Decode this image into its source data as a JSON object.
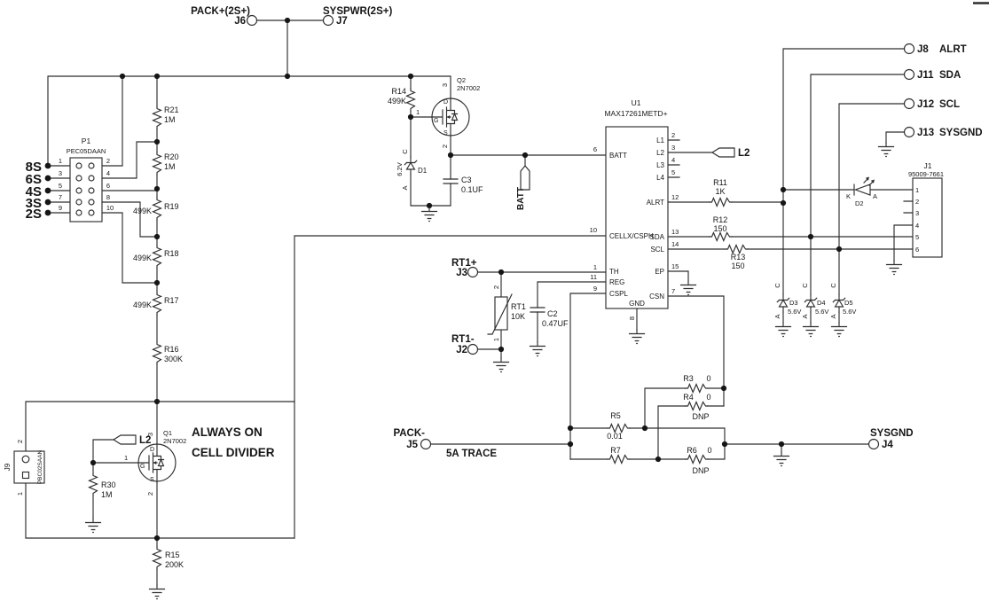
{
  "colors": {
    "line": "#2e2e2e",
    "text": "#161616",
    "background": "#ffffff"
  },
  "note": {
    "l1": "ALWAYS ON",
    "l2": "CELL DIVIDER"
  },
  "terminals": {
    "j6": {
      "ref": "J6",
      "net": "PACK+(2S+)"
    },
    "j7": {
      "ref": "J7",
      "net": "SYSPWR(2S+)"
    },
    "j8": {
      "ref": "J8",
      "net": "ALRT"
    },
    "j11": {
      "ref": "J11",
      "net": "SDA"
    },
    "j12": {
      "ref": "J12",
      "net": "SCL"
    },
    "j13": {
      "ref": "J13",
      "net": "SYSGND"
    },
    "j3": {
      "ref": "J3",
      "net": "RT1+"
    },
    "j2": {
      "ref": "J2",
      "net": "RT1-"
    },
    "j5": {
      "ref": "J5",
      "net": "PACK-",
      "trace_note": "5A TRACE"
    },
    "j4": {
      "ref": "J4",
      "net": "SYSGND"
    }
  },
  "p1": {
    "ref": "P1",
    "part": "PEC05DAAN",
    "nets": [
      "8S",
      "6S",
      "4S",
      "3S",
      "2S"
    ],
    "pins_odd": [
      "1",
      "3",
      "5",
      "7",
      "9"
    ],
    "pins_even": [
      "2",
      "4",
      "6",
      "8",
      "10"
    ]
  },
  "j1": {
    "ref": "J1",
    "part": "95009-7661",
    "pins": [
      "1",
      "2",
      "3",
      "4",
      "5",
      "6"
    ]
  },
  "j9": {
    "ref": "J9",
    "part": "PBC02SAAN",
    "pin_top": "2",
    "pin_bottom": "1"
  },
  "u1": {
    "ref": "U1",
    "part": "MAX17261METD+",
    "pins_left": [
      {
        "n": "6",
        "l": "BATT"
      },
      {
        "n": "10",
        "l": "CELLX/CSPH"
      },
      {
        "n": "1",
        "l": "TH"
      },
      {
        "n": "11",
        "l": "REG"
      },
      {
        "n": "9",
        "l": "CSPL"
      }
    ],
    "pins_right": [
      {
        "n": "2",
        "l": "L1"
      },
      {
        "n": "3",
        "l": "L2"
      },
      {
        "n": "4",
        "l": "L3"
      },
      {
        "n": "5",
        "l": "L4"
      },
      {
        "n": "12",
        "l": "ALRT"
      },
      {
        "n": "13",
        "l": "SDA"
      },
      {
        "n": "14",
        "l": "SCL"
      },
      {
        "n": "15",
        "l": "EP"
      },
      {
        "n": "7",
        "l": "CSN"
      }
    ],
    "pin_gnd": {
      "n": "8",
      "l": "GND"
    }
  },
  "r": {
    "r21": {
      "ref": "R21",
      "val": "1M"
    },
    "r20": {
      "ref": "R20",
      "val": "1M"
    },
    "r19": {
      "ref": "R19",
      "val": "499K"
    },
    "r18": {
      "ref": "R18",
      "val": "499K"
    },
    "r17": {
      "ref": "R17",
      "val": "499K"
    },
    "r16": {
      "ref": "R16",
      "val": "300K"
    },
    "r15": {
      "ref": "R15",
      "val": "200K"
    },
    "r14": {
      "ref": "R14",
      "val": "499K"
    },
    "r30": {
      "ref": "R30",
      "val": "1M"
    },
    "r11": {
      "ref": "R11",
      "val": "1K"
    },
    "r12": {
      "ref": "R12",
      "val": "150"
    },
    "r13": {
      "ref": "R13",
      "val": "150"
    },
    "r3": {
      "ref": "R3",
      "val": "0"
    },
    "r4": {
      "ref": "R4",
      "val": "0",
      "note": "DNP"
    },
    "r5": {
      "ref": "R5",
      "val": "0.01"
    },
    "r6": {
      "ref": "R6",
      "val": "0",
      "note": "DNP"
    },
    "r7": {
      "ref": "R7"
    }
  },
  "c": {
    "c3": {
      "ref": "C3",
      "val": "0.1UF"
    },
    "c2": {
      "ref": "C2",
      "val": "0.47UF"
    }
  },
  "d": {
    "d1": {
      "ref": "D1",
      "val": "6.2V"
    },
    "d2": {
      "ref": "D2"
    },
    "d3": {
      "ref": "D3",
      "val": "5.6V"
    },
    "d4": {
      "ref": "D4",
      "val": "5.6V"
    },
    "d5": {
      "ref": "D5",
      "val": "5.6V"
    }
  },
  "q": {
    "q1": {
      "ref": "Q1",
      "part": "2N7002"
    },
    "q2": {
      "ref": "Q2",
      "part": "2N7002"
    }
  },
  "rt1": {
    "ref": "RT1",
    "val": "10K",
    "pin_top": "2",
    "pin_bottom": "1"
  },
  "tags": {
    "l2": "L2",
    "batt": "BATT"
  },
  "sym": {
    "d": "D",
    "g": "G",
    "s": "S",
    "c": "C",
    "a": "A",
    "k": "K"
  },
  "qpin": {
    "p1": "1",
    "p2": "2",
    "p3": "3"
  }
}
